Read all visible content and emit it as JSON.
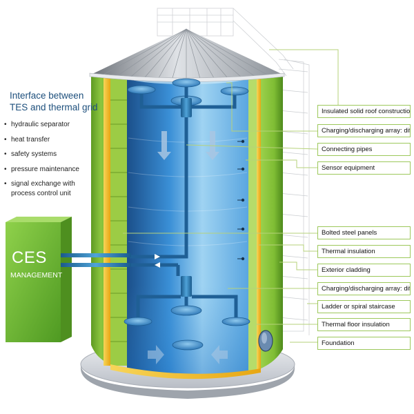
{
  "interface": {
    "title_line1": "Interface between",
    "title_line2": "TES and thermal grid",
    "items": [
      "hydraulic separator",
      "heat transfer",
      "safety systems",
      "pressure maintenance",
      "signal exchange with",
      "process control unit"
    ]
  },
  "ces": {
    "title": "CES",
    "subtitle": "MANAGEMENT"
  },
  "labels": [
    "Insulated solid roof construction",
    "Charging/discharging array: diffusors",
    "Connecting pipes",
    "Sensor equipment",
    "Bolted steel panels",
    "Thermal insulation",
    "Exterior cladding",
    "Charging/discharging array: diffusors",
    "Ladder or spiral staircase",
    "Thermal floor insulation",
    "Foundation"
  ],
  "colors": {
    "cladding_green": "#8cc63f",
    "insulation_yellow": "#f3c21b",
    "water_blue": "#3a8fd6",
    "ces_green": "#7dc242",
    "label_border": "#9cc85a",
    "title_blue": "#1d4f7c"
  }
}
